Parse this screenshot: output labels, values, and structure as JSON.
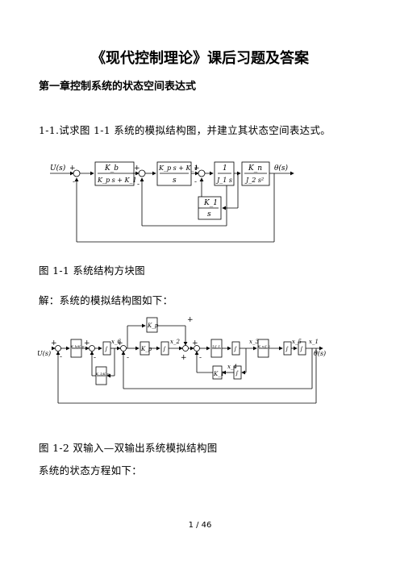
{
  "document": {
    "title": "《现代控制理论》课后习题及答案",
    "chapter_heading": "第一章控制系统的状态空间表达式",
    "question_1_1": "1-1.试求图 1-1 系统的模拟结构图，并建立其状态空间表达式。",
    "figure_1_1_caption": "图 1-1  系统结构方块图",
    "solution_intro": "解：系统的模拟结构图如下：",
    "figure_1_2_caption": "图 1-2  双输入—双输出系统模拟结构图",
    "state_equation_intro": "系统的状态方程如下：",
    "page_number": "1 / 46"
  },
  "figure_1": {
    "input": "U(s)",
    "output": "θ(s)",
    "block1_num": "K_b",
    "block1_den": "K_p s + K_1",
    "block2_num": "K_p s + K_1",
    "block2_den": "s",
    "block3_num": "1",
    "block3_den": "J_1 s",
    "block4_num": "K_n",
    "block4_den": "J_2 s²",
    "feedback_num": "K_1",
    "feedback_den": "s",
    "sign_plus": "+",
    "sign_minus": "-"
  },
  "figure_2": {
    "input": "U(s)",
    "output": "θ(s)",
    "gain_kp": "K_p",
    "gain_k1": "K_1",
    "integrator": "∫",
    "x1": "x_1",
    "x2": "x_2",
    "x3": "x_3",
    "x4": "x_4",
    "x5": "x_5",
    "x6": "x_6",
    "frac_kb_kp": "K_b/K_p",
    "frac_k1_kp": "K_1/K_p",
    "frac_1_j1": "1/J_1",
    "frac_kn_j2": "K_n/J_2",
    "sign_plus": "+",
    "sign_minus": "-"
  }
}
